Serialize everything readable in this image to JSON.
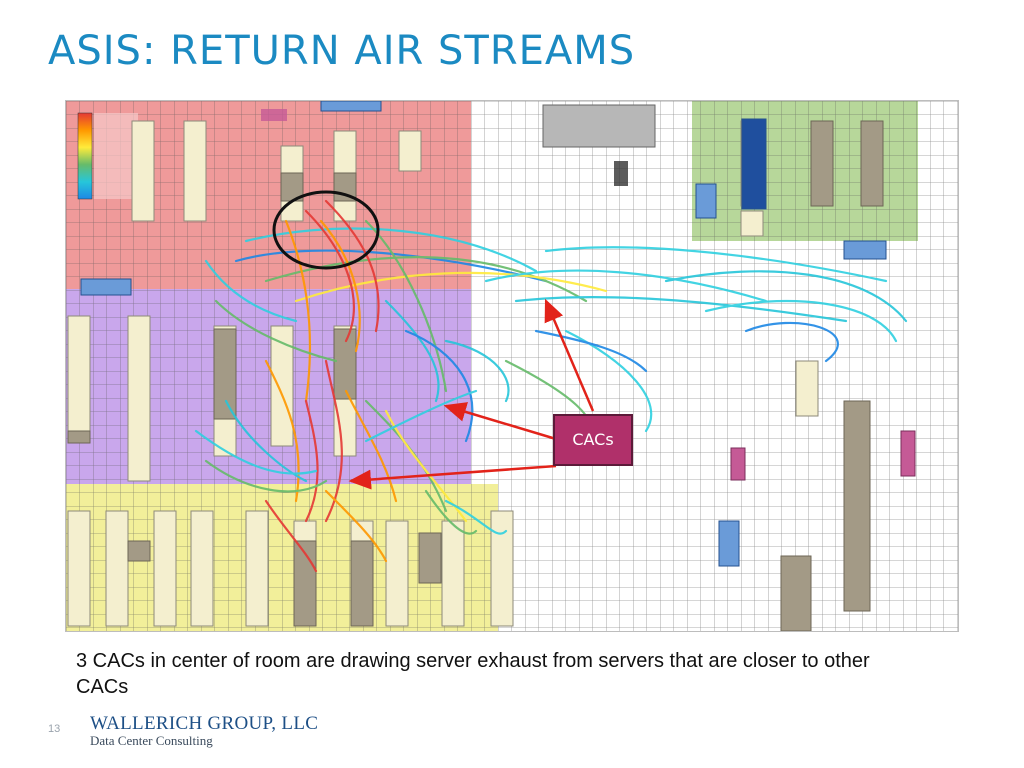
{
  "slide": {
    "title": "ASIS: RETURN AIR STREAMS",
    "caption": "3 CACs in center of room are drawing server exhaust from servers that are closer to other CACs",
    "page_number": "13"
  },
  "figure": {
    "callout_label": "CACs",
    "colors": {
      "zone_pink": "#ef9a9a",
      "zone_purple": "#c9a7ec",
      "zone_yellow": "#f2ef9a",
      "zone_green": "#b7d79a",
      "grid_line": "#555555",
      "callout_fill": "#b0306a",
      "arrow": "#e2231a"
    },
    "legend_colors": [
      "#e53935",
      "#ff9800",
      "#ffeb3b",
      "#66bb6a",
      "#26c6da",
      "#1e88e5"
    ]
  },
  "logo": {
    "name": "WALLERICH GROUP, LLC",
    "subtitle": "Data Center Consulting"
  }
}
